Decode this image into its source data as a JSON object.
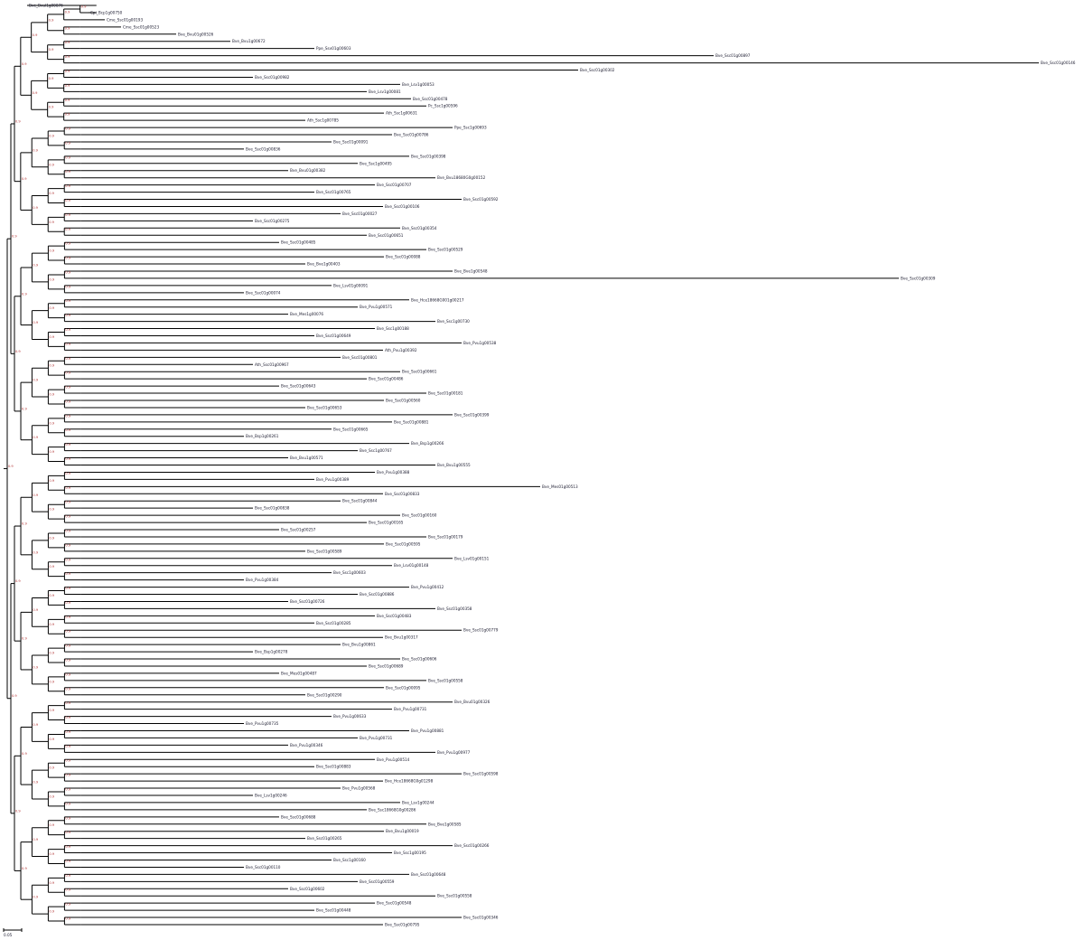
{
  "scale_bar": {
    "label": "0.05"
  },
  "colors": {
    "branch": "#000000",
    "label": "#1a1a2e",
    "support": "#b03030"
  },
  "tips": [
    "Bve_Bvul1g00876",
    "Cpi_Bcp1g00750",
    "Cme_Ssc01g00193",
    "Cme_Ssc01g00523",
    "Bve_Bvu01g00526",
    "Bve_Bvu1g00672",
    "Ppe_Ssv01g00603",
    "Bve_Ssc01g00897",
    "Bve_Ssc01g00146",
    "Bve_Ssc01g00302",
    "Bve_Ssc01g00982",
    "Bve_Lsv1g00053",
    "Bve_Lsv1g00081",
    "Bve_Ssc01g00478",
    "Pc_Ssc1g00596",
    "Ath_Ssc1g00631",
    "Ath_Ssc1g00785",
    "Ppe_Ssc1g00693",
    "Bve_Ssc01g00786",
    "Bve_Ssc01g00091",
    "Bve_Ssc01g00836",
    "Bve_Ssc01g00398",
    "Bve_Ssc1g00495",
    "Bve_Bvu01g00382",
    "Bve_Bvu18680G0g00152",
    "Bve_Ssc01g00707",
    "Bve_Ssc01g00765",
    "Bve_Ssc01g00592",
    "Bve_Ssc01g00106",
    "Bve_Ssc01g00027",
    "Bve_Ssc01g00275",
    "Bve_Ssc01g00354",
    "Bve_Ssc01g00651",
    "Bve_Ssc01g00485",
    "Bve_Ssc01g00529",
    "Bve_Ssc01g00088",
    "Bve_Bve1g00403",
    "Bve_Bve1g00548",
    "Bve_Ssc01g00309",
    "Bve_Lsv01g00091",
    "Bve_Ssc01g00074",
    "Bve_Hce18668G001g00217",
    "Bve_Pvu1g00571",
    "Bve_Mes1g00076",
    "Bve_Ssc1g00730",
    "Bve_Ssc1g00188",
    "Bve_Ssc01g00649",
    "Bve_Pvu1g00538",
    "Ath_Pvu1g00392",
    "Bve_Ssc01g00801",
    "Ath_Ssc01g00967",
    "Bve_Ssc01g00661",
    "Bve_Ssc01g00486",
    "Bve_Ssc01g00643",
    "Bve_Ssc01g00181",
    "Bve_Ssc01g00560",
    "Bve_Ssc01g00653",
    "Bve_Ssc01g00399",
    "Bve_Ssc01g00881",
    "Bve_Ssc01g00665",
    "Bve_Bsp1g00261",
    "Bve_Bsp1g00266",
    "Bve_Ssc1g00767",
    "Bve_Bvu1g00571",
    "Bve_Bvu1g00555",
    "Bve_Pvu1g00388",
    "Bve_Pvu1g00389",
    "Bve_Mes01g00513",
    "Bve_Ssc01g00833",
    "Bve_Ssc01g00844",
    "Bve_Ssc01g00838",
    "Bve_Ssc01g00160",
    "Bve_Ssc01g00165",
    "Bve_Ssc01g00257",
    "Bve_Ssc01g00179",
    "Bve_Ssc01g00595",
    "Bve_Ssc01g00589",
    "Bve_Lsv01g00151",
    "Bve_Lsv01g00148",
    "Bve_Ssc1g00603",
    "Bve_Pvu1g00384",
    "Bve_Pvu1g00412",
    "Bve_Ssc01g00886",
    "Bve_Ssc01g00726",
    "Bve_Ssc01g00358",
    "Bve_Ssc01g00483",
    "Bve_Ssc01g00285",
    "Bve_Ssc01g00779",
    "Bve_Bvu1g00317",
    "Bve_Bvu1g00861",
    "Bve_Bsp1g00278",
    "Bve_Ssc01g00606",
    "Bve_Ssc01g00689",
    "Bve_Mes01g00487",
    "Bve_Ssc01g00558",
    "Bve_Ssc01g00095",
    "Bve_Ssc01g00290",
    "Bve_Bvu01g00326",
    "Bve_Pvu1g00731",
    "Bve_Pvu1g00633",
    "Bve_Pvu1g00735",
    "Bve_Pvu1g00881",
    "Bve_Pvu1g00731",
    "Bve_Pvu1g00346",
    "Bve_Pvu1g00977",
    "Bve_Pvu1g00514",
    "Bve_Ssc01g00883",
    "Bve_Ssc01g00598",
    "Bve_Hce18668G0g01298",
    "Bve_Pvu1g00568",
    "Bve_Lsv1g00246",
    "Bve_Lsv1g00244",
    "Bve_Ssc18668G0g00286",
    "Bve_Ssc01g00688",
    "Bve_Bve1g00585",
    "Bve_Bvu1g00019",
    "Bve_Ssc01g00265",
    "Bve_Ssc01g00266",
    "Bve_Ssc1g00195",
    "Bve_Ssc1g00160",
    "Bve_Ssc01g00110",
    "Bve_Ssc01g00648",
    "Bve_Ssc01g00559",
    "Bve_Ssc01g00602",
    "Bve_Ssc01g00558",
    "Bve_Ssc01g00548",
    "Bve_Ssc01g00448",
    "Bve_Ssc01g00346",
    "Bve_Ssc01g00795"
  ]
}
